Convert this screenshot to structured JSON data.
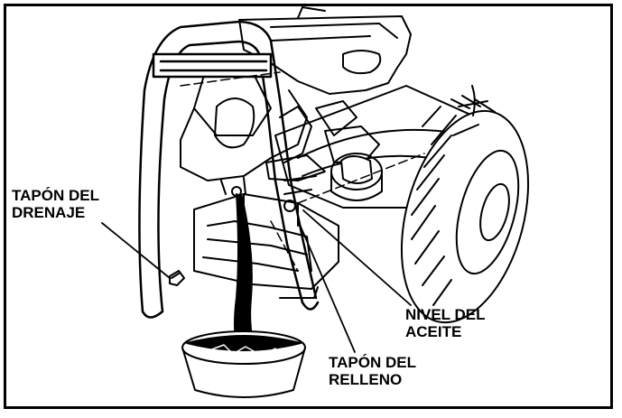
{
  "labels": {
    "drain_plug": {
      "line1": "TAPÓN DEL",
      "line2": "DRENAJE"
    },
    "oil_level": {
      "line1": "NIVEL DEL",
      "line2": "ACEITE"
    },
    "fill_plug": {
      "line1": "TAPÓN DEL",
      "line2": "RELLENO"
    }
  },
  "colors": {
    "ink": "#000000",
    "paper": "#ffffff"
  }
}
